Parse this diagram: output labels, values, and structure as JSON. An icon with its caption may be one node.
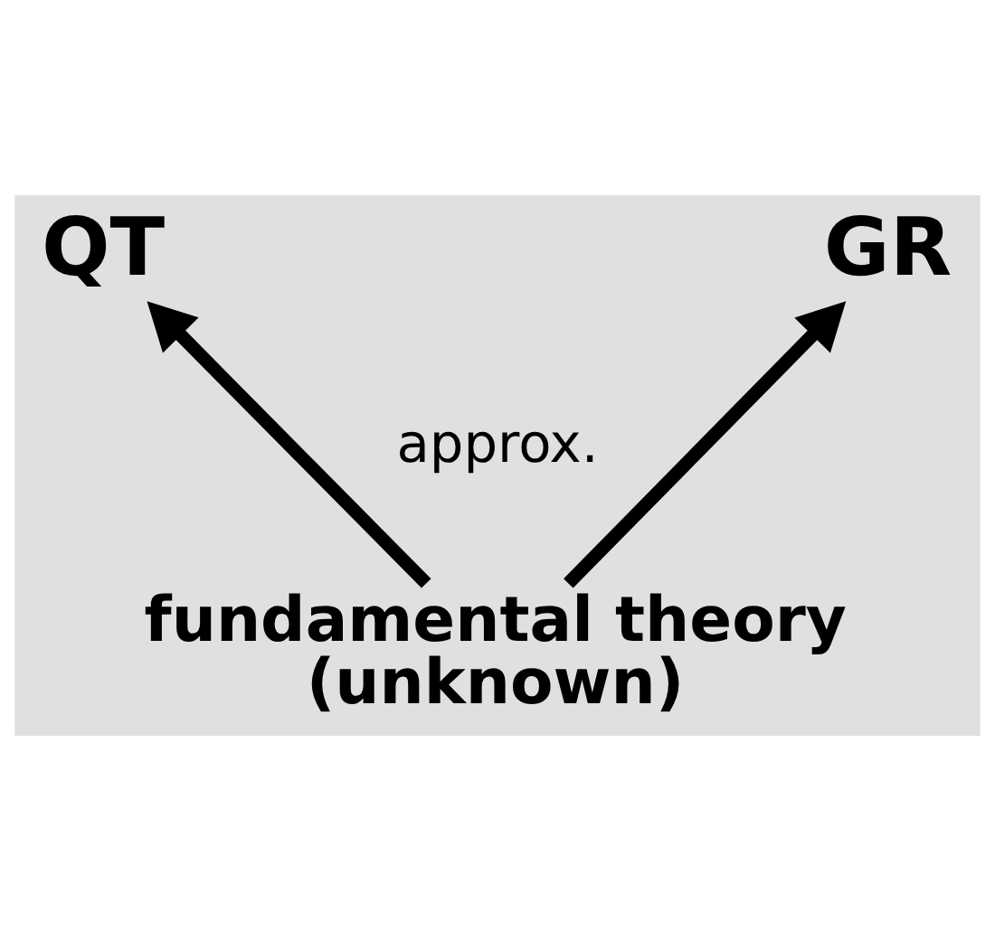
{
  "diagram": {
    "nodes": [
      {
        "text": [
          "QT"
        ]
      },
      {
        "text": [
          "GR"
        ]
      },
      {
        "text": [
          "fundamental theory (unknown)"
        ]
      }
    ],
    "edges": [
      {
        "from": 2,
        "to": 0,
        "arrow": "to"
      },
      {
        "from": 2,
        "to": 1,
        "arrow": "to"
      }
    ],
    "labels": [
      "approx."
    ]
  }
}
